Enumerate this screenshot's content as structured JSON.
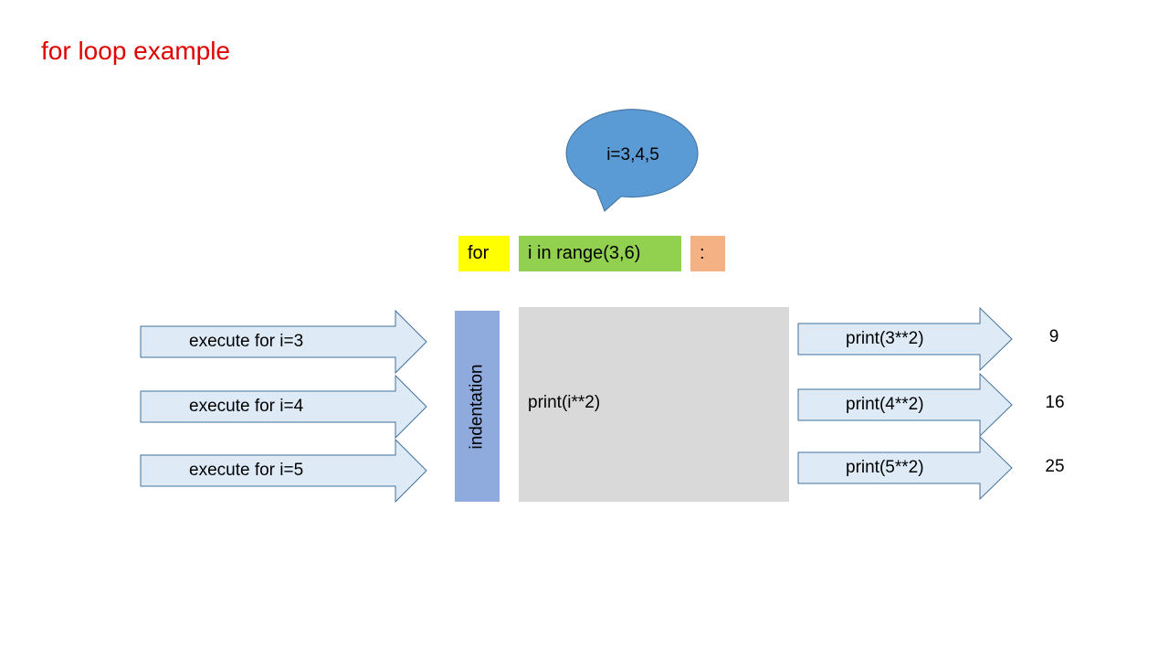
{
  "title": "for loop example",
  "bubble": "i=3,4,5",
  "tokens": {
    "for": "for",
    "range": "i in range(3,6)",
    "colon": ":"
  },
  "left_arrows": [
    "execute for i=3",
    "execute for i=4",
    "execute for i=5"
  ],
  "indentation": "indentation",
  "body_code": "print(i**2)",
  "right_arrows": [
    "print(3**2)",
    "print(4**2)",
    "print(5**2)"
  ],
  "results": [
    "9",
    "16",
    "25"
  ],
  "colors": {
    "title": "#e00000",
    "bubble_fill": "#5b9bd5",
    "bubble_stroke": "#41719c",
    "for_fill": "#ffff00",
    "range_fill": "#92d050",
    "colon_fill": "#f4b183",
    "arrow_fill": "#deebf7",
    "arrow_stroke": "#41719c",
    "indent_fill": "#8faadc",
    "body_fill": "#d9d9d9"
  }
}
